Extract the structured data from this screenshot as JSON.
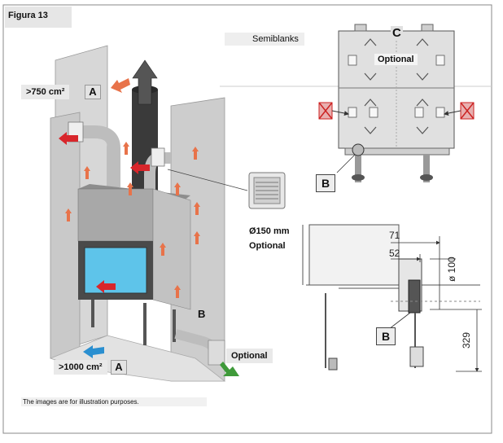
{
  "figure": {
    "title": "Figura 13"
  },
  "left_diagram": {
    "air_inlet_top": "&gt;750 cm²",
    "air_inlet_bottom": "&gt;1000 cm²",
    "label_a_top": "A",
    "label_a_bottom": "A",
    "label_b": "B",
    "grille_optional": "Optional",
    "fan_size": "Ø150 mm",
    "fan_optional": "Optional",
    "note": "The images are for illustration purposes."
  },
  "top_right_diagram": {
    "title": "Semiblanks",
    "label_c": "C",
    "optional": "Optional",
    "label_b": "B"
  },
  "bottom_right_diagram": {
    "dim_71": "71",
    "dim_52": "52",
    "dim_100": "ø 100",
    "dim_329": "329",
    "label_b": "B"
  },
  "colors": {
    "arrow_warm": "#e8734a",
    "arrow_red": "#d8262b",
    "arrow_blue": "#2a8fd0",
    "arrow_green": "#3f9a3a",
    "glass": "#5ec4ea",
    "panel": "#d4d4d4"
  }
}
